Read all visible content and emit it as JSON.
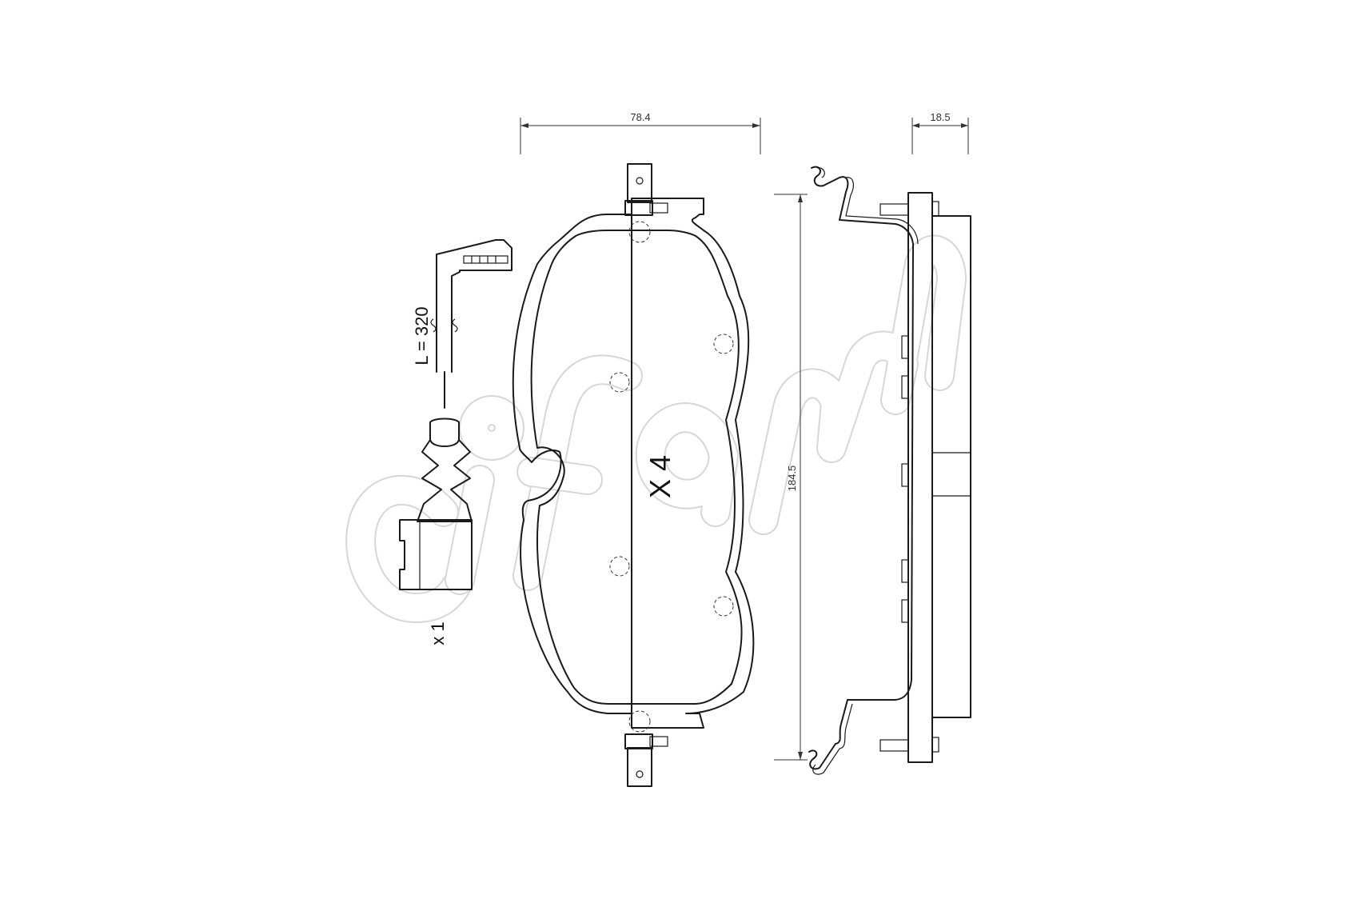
{
  "brand_watermark": "cifam",
  "dimensions": {
    "pad_width": "78.4",
    "thickness": "18.5",
    "pad_height": "184.5",
    "sensor_length": "L = 320"
  },
  "quantities": {
    "pads": "X 4",
    "sensor": "x 1"
  },
  "colors": {
    "line": "#1a1a1a",
    "watermark": "#d7d7d7"
  }
}
